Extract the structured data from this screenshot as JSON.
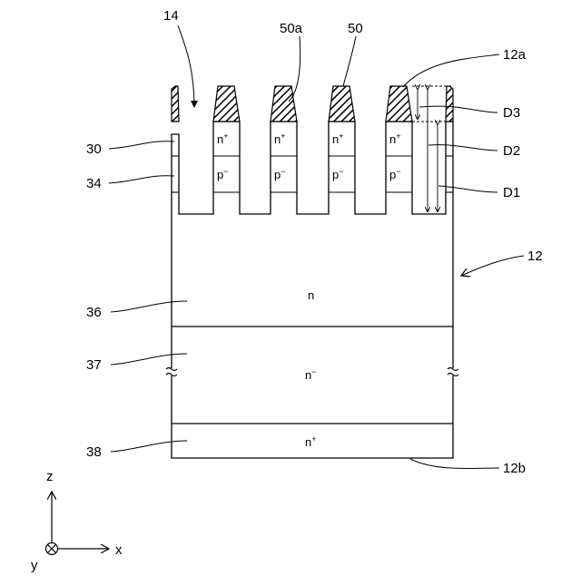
{
  "labels": {
    "trench": "14",
    "gate_electrode_top": "50a",
    "gate_electrode": "50",
    "substrate_top": "12a",
    "depth_3": "D3",
    "depth_2": "D2",
    "depth_1": "D1",
    "substrate": "12",
    "source_region": "30",
    "body_region": "34",
    "drift_region": "36",
    "buffer_region": "37",
    "drain_region": "38",
    "substrate_bottom": "12b"
  },
  "doping": {
    "source": {
      "base": "n",
      "sup": "+"
    },
    "body": {
      "base": "p",
      "sup": "−"
    },
    "drift": {
      "base": "n",
      "sup": ""
    },
    "buffer": {
      "base": "n",
      "sup": "−"
    },
    "drain": {
      "base": "n",
      "sup": "+"
    }
  },
  "axes": {
    "z": "z",
    "x": "x",
    "y": "y"
  }
}
